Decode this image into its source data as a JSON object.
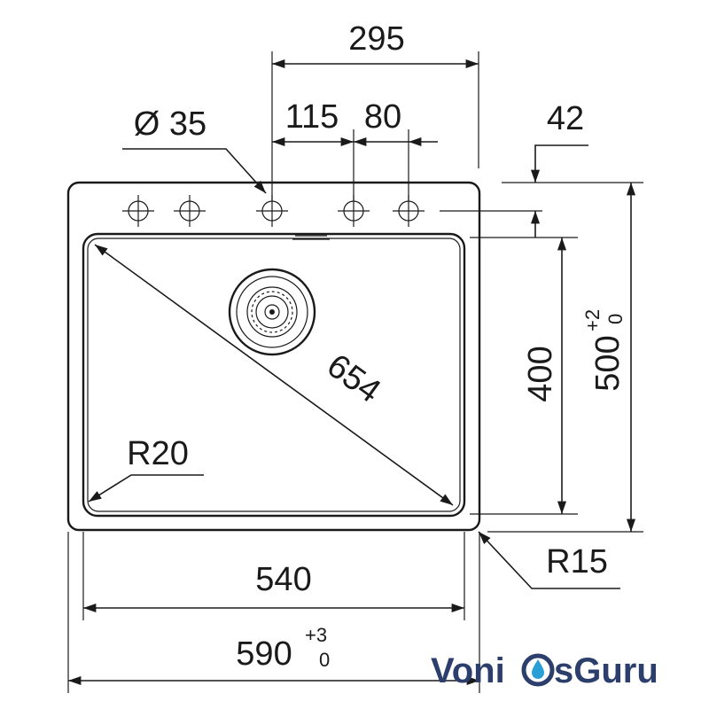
{
  "dimensions": {
    "hole_spacing_total": "295",
    "hole_spacing_a": "115",
    "hole_spacing_b": "80",
    "hole_diameter": "Ø 35",
    "hole_offset": "42",
    "diagonal": "654",
    "bowl_corner_radius": "R20",
    "outer_corner_radius": "R15",
    "bowl_depth": "400",
    "outer_depth": "500",
    "outer_depth_tol_upper": "+2",
    "outer_depth_tol_lower": "0",
    "bowl_width": "540",
    "outer_width": "590",
    "outer_width_tol_upper": "+3",
    "outer_width_tol_lower": "0"
  },
  "logo": {
    "text_left": "Voni",
    "text_right": "sGuru",
    "color_dark": "#2c3e6b",
    "color_accent": "#2a9fd6"
  }
}
